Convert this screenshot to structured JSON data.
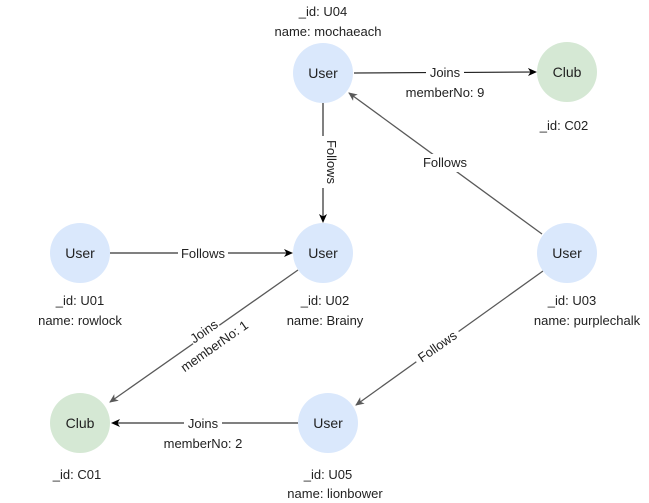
{
  "colors": {
    "user_fill": "#dae8fc",
    "club_fill": "#d5e8d4",
    "edge_dark": "#000000",
    "edge_gray": "#595959"
  },
  "nodes": [
    {
      "key": "u04",
      "label": "User",
      "kind": "user",
      "caption": [
        "_id: U04",
        "name: mochaeach"
      ]
    },
    {
      "key": "c02",
      "label": "Club",
      "kind": "club",
      "caption": [
        "_id: C02"
      ]
    },
    {
      "key": "u01",
      "label": "User",
      "kind": "user",
      "caption": [
        "_id: U01",
        "name: rowlock"
      ]
    },
    {
      "key": "u02",
      "label": "User",
      "kind": "user",
      "caption": [
        "_id: U02",
        "name: Brainy"
      ]
    },
    {
      "key": "u03",
      "label": "User",
      "kind": "user",
      "caption": [
        "_id: U03",
        "name: purplechalk"
      ]
    },
    {
      "key": "c01",
      "label": "Club",
      "kind": "club",
      "caption": [
        "_id: C01"
      ]
    },
    {
      "key": "u05",
      "label": "User",
      "kind": "user",
      "caption": [
        "_id: U05",
        "name: lionbower"
      ]
    }
  ],
  "edges": [
    {
      "from": "u04",
      "to": "c02",
      "label": "Joins",
      "sublabel": "memberNo: 9"
    },
    {
      "from": "u04",
      "to": "u02",
      "label": "Follows",
      "sublabel": ""
    },
    {
      "from": "u03",
      "to": "u04",
      "label": "Follows",
      "sublabel": ""
    },
    {
      "from": "u01",
      "to": "u02",
      "label": "Follows",
      "sublabel": ""
    },
    {
      "from": "u02",
      "to": "c01",
      "label": "Joins",
      "sublabel": "memberNo: 1"
    },
    {
      "from": "u03",
      "to": "u05",
      "label": "Follows",
      "sublabel": ""
    },
    {
      "from": "u05",
      "to": "c01",
      "label": "Joins",
      "sublabel": "memberNo: 2"
    }
  ]
}
